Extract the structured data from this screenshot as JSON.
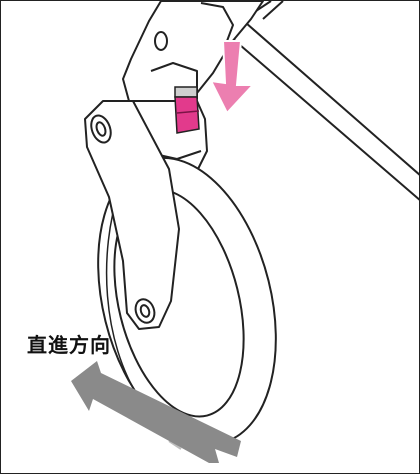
{
  "label": {
    "direction_text": "直進方向"
  },
  "colors": {
    "outline": "#222222",
    "lock_pink": "#e23a8c",
    "arrow_pink": "#ec7fb0",
    "direction_arrow": "#8a8a8a",
    "hatch": "#bdbdbd",
    "background": "#ffffff"
  },
  "icons": {
    "press_arrow": "down-arrow",
    "direction_arrow": "diagonal-arrow"
  }
}
